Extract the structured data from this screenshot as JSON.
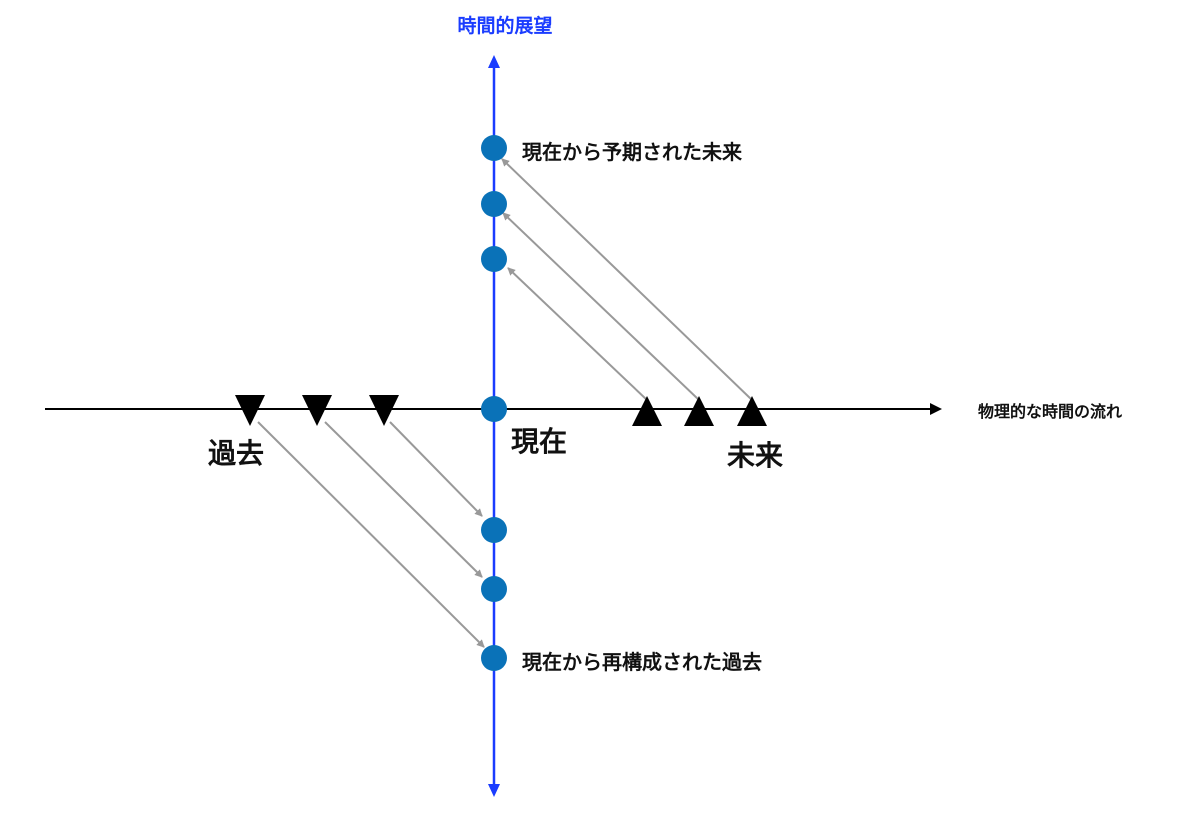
{
  "title": "時間的展望",
  "axis_x_label": "物理的な時間の流れ",
  "labels": {
    "past": "過去",
    "present": "現在",
    "future": "未来",
    "expected_future": "現在から予期された未来",
    "reconstructed_past": "現在から再構成された過去"
  },
  "colors": {
    "vertical_axis": "#1a3cff",
    "dot": "#0a72b8",
    "arrow": "#999999",
    "marker": "#000000"
  }
}
